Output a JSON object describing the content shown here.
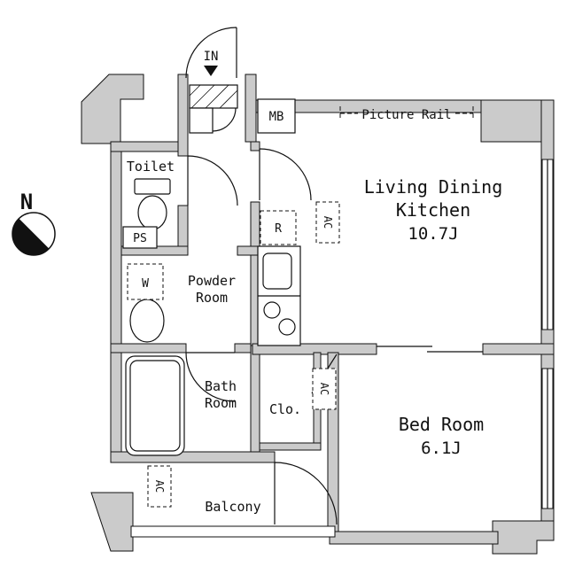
{
  "compass": {
    "north_label": "N"
  },
  "entrance": {
    "label": "IN"
  },
  "boxes": {
    "meter_box": "MB",
    "pipe_space": "PS",
    "washer": "W",
    "refrigerator": "R",
    "air_conditioner": "AC"
  },
  "rooms": {
    "ldk": {
      "line1": "Living Dining",
      "line2": "Kitchen",
      "size": "10.7J"
    },
    "bedroom": {
      "name": "Bed Room",
      "size": "6.1J"
    },
    "toilet": {
      "name": "Toilet"
    },
    "powder_room": {
      "line1": "Powder",
      "line2": "Room"
    },
    "bath_room": {
      "line1": "Bath",
      "line2": "Room"
    },
    "closet": {
      "name": "Clo."
    },
    "balcony": {
      "name": "Balcony"
    }
  },
  "annotations": {
    "picture_rail": "Picture Rail"
  },
  "colors": {
    "wall_fill": "#cbcbcb",
    "line": "#111111",
    "background": "#ffffff"
  }
}
